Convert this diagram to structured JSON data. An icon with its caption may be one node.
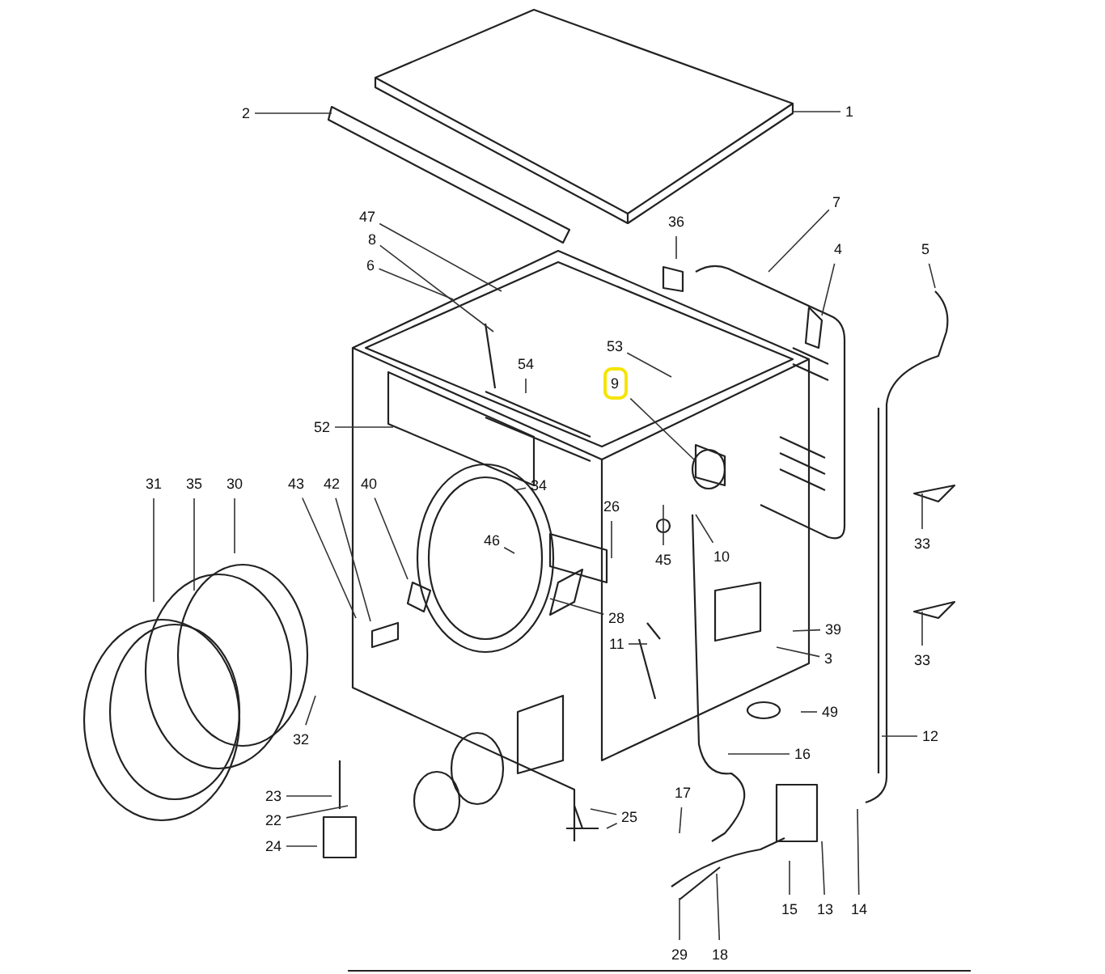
{
  "diagram": {
    "nodes": [
      {
        "text": [
          "2"
        ]
      },
      {
        "text": [
          "1"
        ]
      },
      {
        "text": [
          "7"
        ]
      },
      {
        "text": [
          "47"
        ]
      },
      {
        "text": [
          "36"
        ]
      },
      {
        "text": [
          "8"
        ]
      },
      {
        "text": [
          "4"
        ]
      },
      {
        "text": [
          "5"
        ]
      },
      {
        "text": [
          "6"
        ]
      },
      {
        "text": [
          "53"
        ]
      },
      {
        "text": [
          "54"
        ]
      },
      {
        "text": [
          "9"
        ]
      },
      {
        "text": [
          "52"
        ]
      },
      {
        "text": [
          "31"
        ]
      },
      {
        "text": [
          "35"
        ]
      },
      {
        "text": [
          "30"
        ]
      },
      {
        "text": [
          "43"
        ]
      },
      {
        "text": [
          "42"
        ]
      },
      {
        "text": [
          "40"
        ]
      },
      {
        "text": [
          "34"
        ]
      },
      {
        "text": [
          "26"
        ]
      },
      {
        "text": [
          "46"
        ]
      },
      {
        "text": [
          "33"
        ]
      },
      {
        "text": [
          "45"
        ]
      },
      {
        "text": [
          "10"
        ]
      },
      {
        "text": [
          "28"
        ]
      },
      {
        "text": [
          "39"
        ]
      },
      {
        "text": [
          "11"
        ]
      },
      {
        "text": [
          "3"
        ]
      },
      {
        "text": [
          "33"
        ]
      },
      {
        "text": [
          "49"
        ]
      },
      {
        "text": [
          "12"
        ]
      },
      {
        "text": [
          "32"
        ]
      },
      {
        "text": [
          "16"
        ]
      },
      {
        "text": [
          "17"
        ]
      },
      {
        "text": [
          "23"
        ]
      },
      {
        "text": [
          "25"
        ]
      },
      {
        "text": [
          "22"
        ]
      },
      {
        "text": [
          "24"
        ]
      },
      {
        "text": [
          "15"
        ]
      },
      {
        "text": [
          "13"
        ]
      },
      {
        "text": [
          "14"
        ]
      },
      {
        "text": [
          "29"
        ]
      },
      {
        "text": [
          "18"
        ]
      }
    ],
    "edges": [
      {
        "from": 0,
        "to": null,
        "arrow": "none"
      },
      {
        "from": 1,
        "to": null,
        "arrow": "none"
      },
      {
        "from": 2,
        "to": null,
        "arrow": "none"
      },
      {
        "from": 3,
        "to": null,
        "arrow": "none"
      },
      {
        "from": 4,
        "to": null,
        "arrow": "none"
      },
      {
        "from": 5,
        "to": null,
        "arrow": "none"
      },
      {
        "from": 6,
        "to": null,
        "arrow": "none"
      },
      {
        "from": 7,
        "to": null,
        "arrow": "none"
      },
      {
        "from": 8,
        "to": null,
        "arrow": "none"
      },
      {
        "from": 9,
        "to": null,
        "arrow": "none"
      },
      {
        "from": 10,
        "to": null,
        "arrow": "none"
      },
      {
        "from": 11,
        "to": null,
        "arrow": "none"
      },
      {
        "from": 12,
        "to": null,
        "arrow": "none"
      },
      {
        "from": 13,
        "to": null,
        "arrow": "none"
      },
      {
        "from": 14,
        "to": null,
        "arrow": "none"
      },
      {
        "from": 15,
        "to": null,
        "arrow": "none"
      },
      {
        "from": 16,
        "to": null,
        "arrow": "none"
      },
      {
        "from": 17,
        "to": null,
        "arrow": "none"
      },
      {
        "from": 18,
        "to": null,
        "arrow": "none"
      },
      {
        "from": 19,
        "to": null,
        "arrow": "none"
      },
      {
        "from": 20,
        "to": null,
        "arrow": "none"
      },
      {
        "from": 21,
        "to": null,
        "arrow": "none"
      },
      {
        "from": 22,
        "to": null,
        "arrow": "none"
      },
      {
        "from": 23,
        "to": null,
        "arrow": "none"
      },
      {
        "from": 24,
        "to": null,
        "arrow": "none"
      },
      {
        "from": 25,
        "to": null,
        "arrow": "none"
      },
      {
        "from": 26,
        "to": null,
        "arrow": "none"
      },
      {
        "from": 27,
        "to": null,
        "arrow": "none"
      },
      {
        "from": 28,
        "to": null,
        "arrow": "none"
      },
      {
        "from": 29,
        "to": null,
        "arrow": "none"
      },
      {
        "from": 30,
        "to": null,
        "arrow": "none"
      },
      {
        "from": 31,
        "to": null,
        "arrow": "none"
      },
      {
        "from": 32,
        "to": null,
        "arrow": "none"
      },
      {
        "from": 33,
        "to": null,
        "arrow": "none"
      },
      {
        "from": 34,
        "to": null,
        "arrow": "none"
      },
      {
        "from": 35,
        "to": null,
        "arrow": "none"
      },
      {
        "from": 36,
        "to": null,
        "arrow": "none"
      },
      {
        "from": 36,
        "to": null,
        "arrow": "none"
      },
      {
        "from": 37,
        "to": null,
        "arrow": "none"
      },
      {
        "from": 38,
        "to": null,
        "arrow": "none"
      },
      {
        "from": 39,
        "to": null,
        "arrow": "none"
      },
      {
        "from": 40,
        "to": null,
        "arrow": "none"
      },
      {
        "from": 41,
        "to": null,
        "arrow": "none"
      },
      {
        "from": 42,
        "to": null,
        "arrow": "none"
      },
      {
        "from": 43,
        "to": null,
        "arrow": "none"
      }
    ]
  }
}
